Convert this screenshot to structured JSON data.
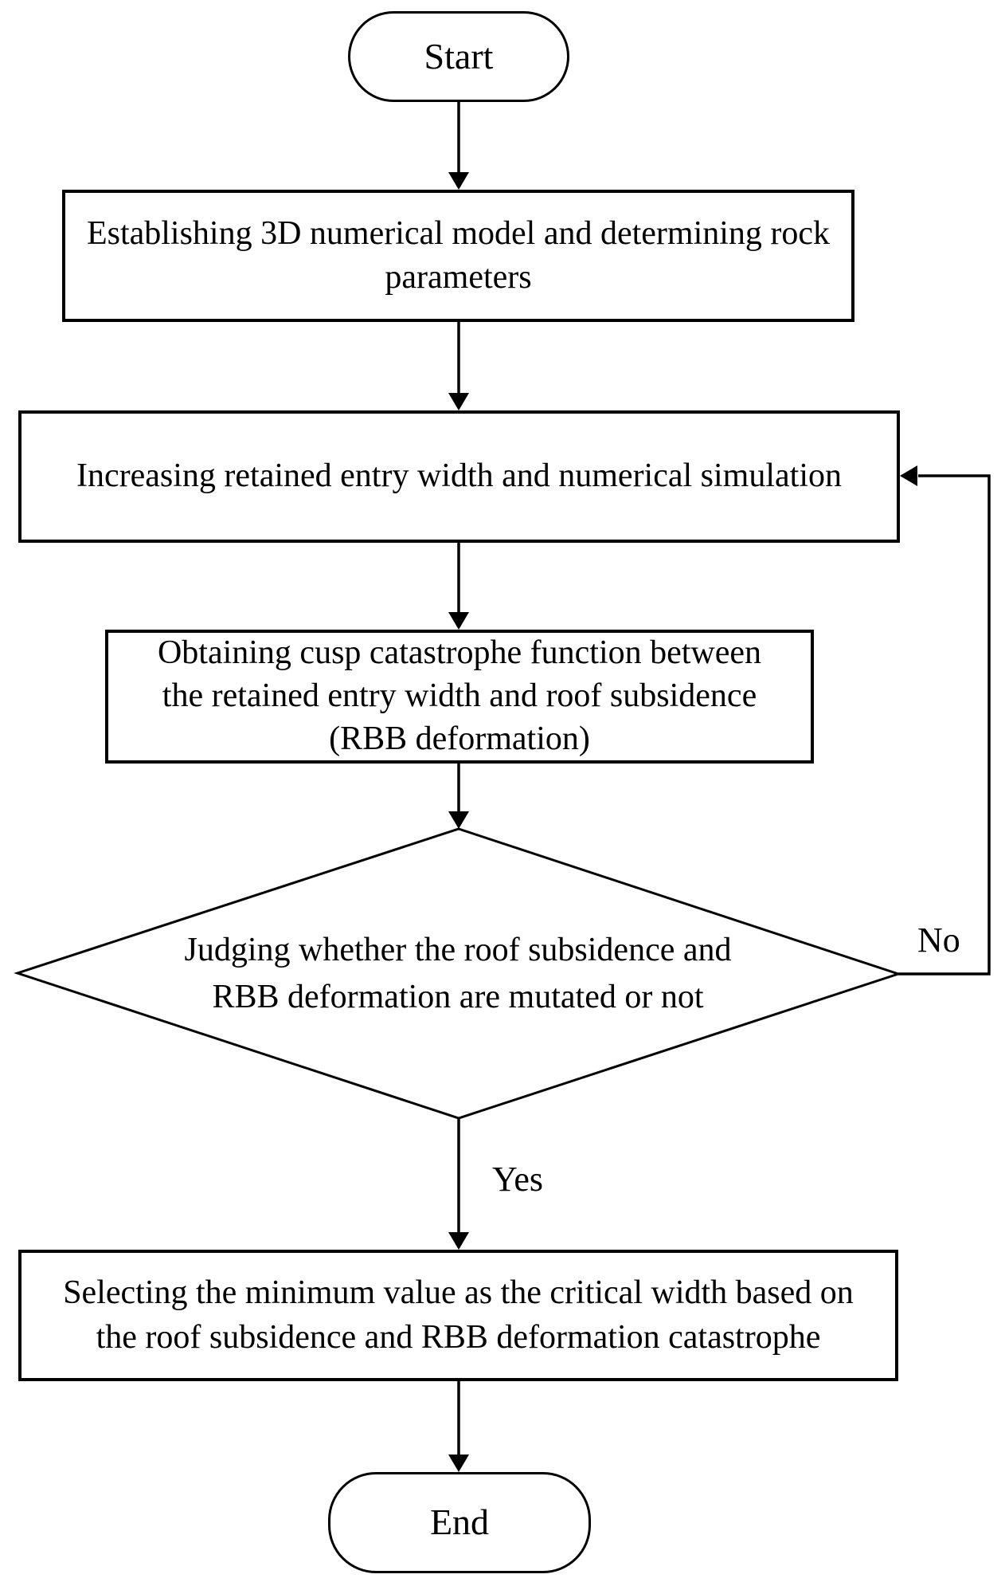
{
  "figure": {
    "type": "flowchart",
    "nodes": {
      "start": {
        "label": "Start"
      },
      "establish_model": {
        "lines": [
          "Establishing 3D numerical model and determining rock",
          "parameters"
        ]
      },
      "increase_width": {
        "lines": [
          "Increasing retained entry width and numerical simulation"
        ]
      },
      "obtain_function": {
        "lines": [
          "Obtaining cusp catastrophe function between",
          "the retained entry width and roof subsidence",
          "(RBB deformation)"
        ]
      },
      "judge_mutation": {
        "lines": [
          "Judging whether the roof subsidence and",
          "RBB deformation are mutated or not"
        ]
      },
      "select_width": {
        "lines": [
          "Selecting the minimum value as the critical width based on",
          "the roof subsidence and RBB deformation catastrophe"
        ]
      },
      "end": {
        "label": "End"
      }
    },
    "branch_labels": {
      "no": "No",
      "yes": "Yes"
    },
    "colors": {
      "stroke": "#000000",
      "fill": "#ffffff",
      "text": "#000000"
    }
  }
}
